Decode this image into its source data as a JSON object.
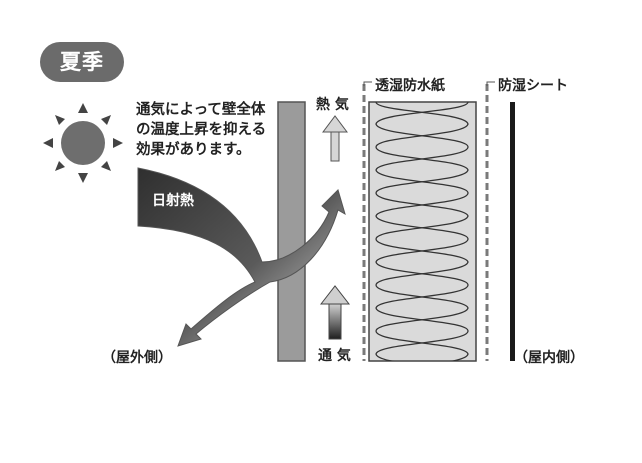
{
  "season_badge": "夏季",
  "description_lines": [
    "通気によって壁全体",
    "の温度上昇を抑える",
    "効果があります。"
  ],
  "solar_heat_label": "日射熱",
  "outdoor_label": "（屋外側）",
  "indoor_label": "（屋内側）",
  "heat_label": "熱 気",
  "ventilation_label": "通 気",
  "breathable_paper_label": "透湿防水紙",
  "vapor_barrier_label": "防湿シート",
  "colors": {
    "badge": "#6b6b6b",
    "heat_arrow_dark": "#3a3a3a",
    "heat_arrow_light": "#d8d8d8",
    "wall": "#9a9a9a",
    "insulation": "#d9d9d9"
  },
  "icons": [
    "sun-icon",
    "solar-heat-arrow",
    "hot-air-arrow-up",
    "ventilation-arrow-up"
  ]
}
